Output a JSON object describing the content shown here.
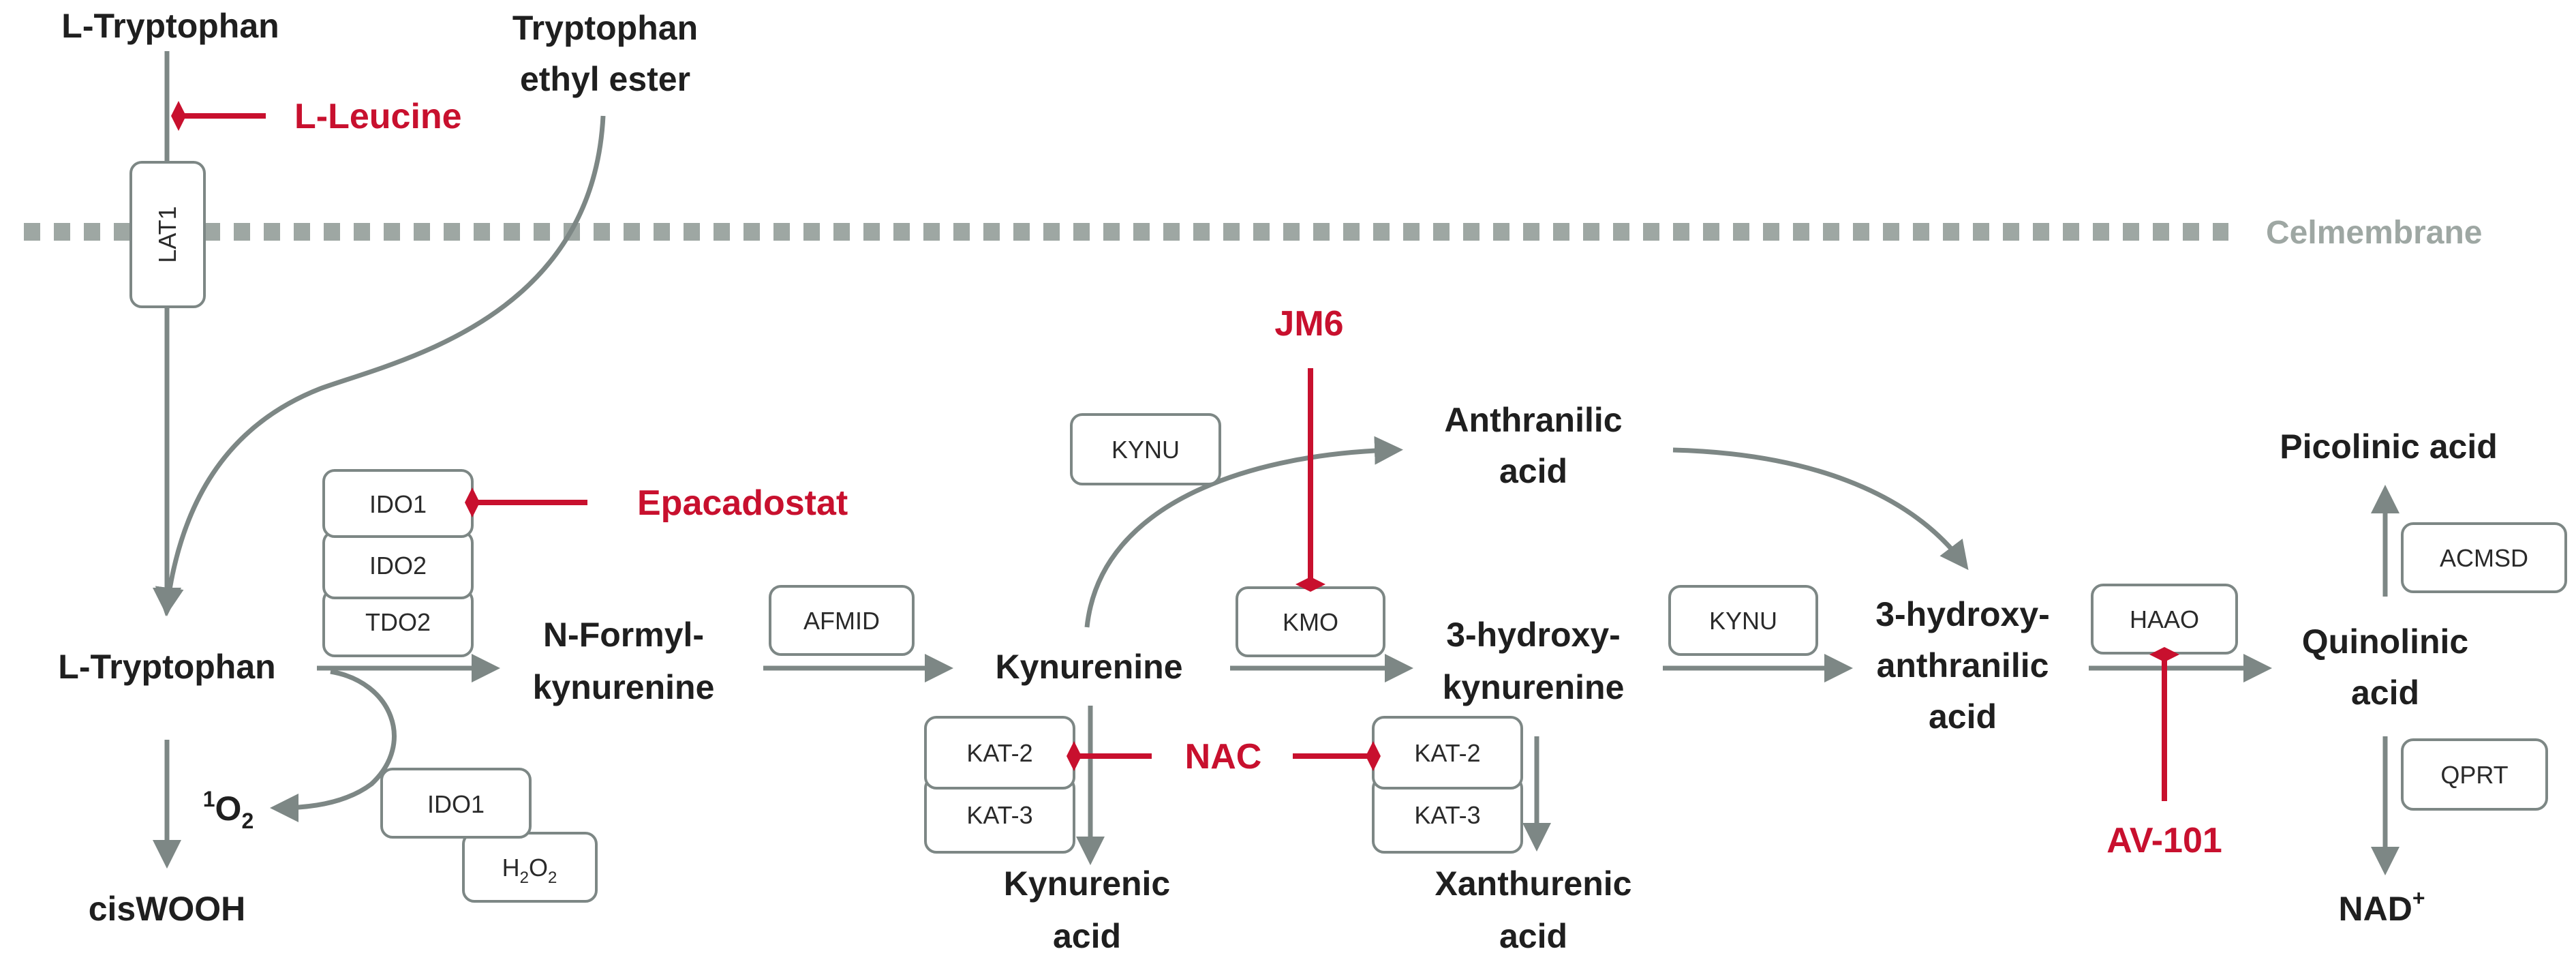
{
  "membrane_label": "Celmembrane",
  "metabolites": {
    "trp_out": "L-Tryptophan",
    "trp_ester_1": "Tryptophan",
    "trp_ester_2": "ethyl ester",
    "trp_in": "L-Tryptophan",
    "o2": "1O2",
    "ciswooh": "cisWOOH",
    "nfk_1": "N-Formyl-",
    "nfk_2": "kynurenine",
    "kyn": "Kynurenine",
    "kyna_1": "Kynurenic",
    "kyna_2": "acid",
    "aa_1": "Anthranilic",
    "aa_2": "acid",
    "hk_1": "3-hydroxy-",
    "hk_2": "kynurenine",
    "xa_1": "Xanthurenic",
    "xa_2": "acid",
    "haa_1": "3-hydroxy-",
    "haa_2": "anthranilic",
    "haa_3": "acid",
    "pic": "Picolinic acid",
    "qa_1": "Quinolinic",
    "qa_2": "acid",
    "nad": "NAD+"
  },
  "enzymes": {
    "lat1": "LAT1",
    "ido1_a": "IDO1",
    "ido2": "IDO2",
    "tdo2": "TDO2",
    "ido1_b": "IDO1",
    "h2o2": "H2O2",
    "afmid": "AFMID",
    "kynu_1": "KYNU",
    "kmo": "KMO",
    "kat2_a": "KAT-2",
    "kat3_a": "KAT-3",
    "kat2_b": "KAT-2",
    "kat3_b": "KAT-3",
    "kynu_2": "KYNU",
    "haao": "HAAO",
    "acmsd": "ACMSD",
    "qprt": "QPRT"
  },
  "inhibitors": {
    "leucine": "L-Leucine",
    "epacadostat": "Epacadostat",
    "jm6": "JM6",
    "nac": "NAC",
    "av101": "AV-101"
  },
  "colors": {
    "arrow": "#7d8785",
    "inhibitor": "#c8102e",
    "membrane": "#9ea7a3",
    "text": "#1f1f1f"
  }
}
